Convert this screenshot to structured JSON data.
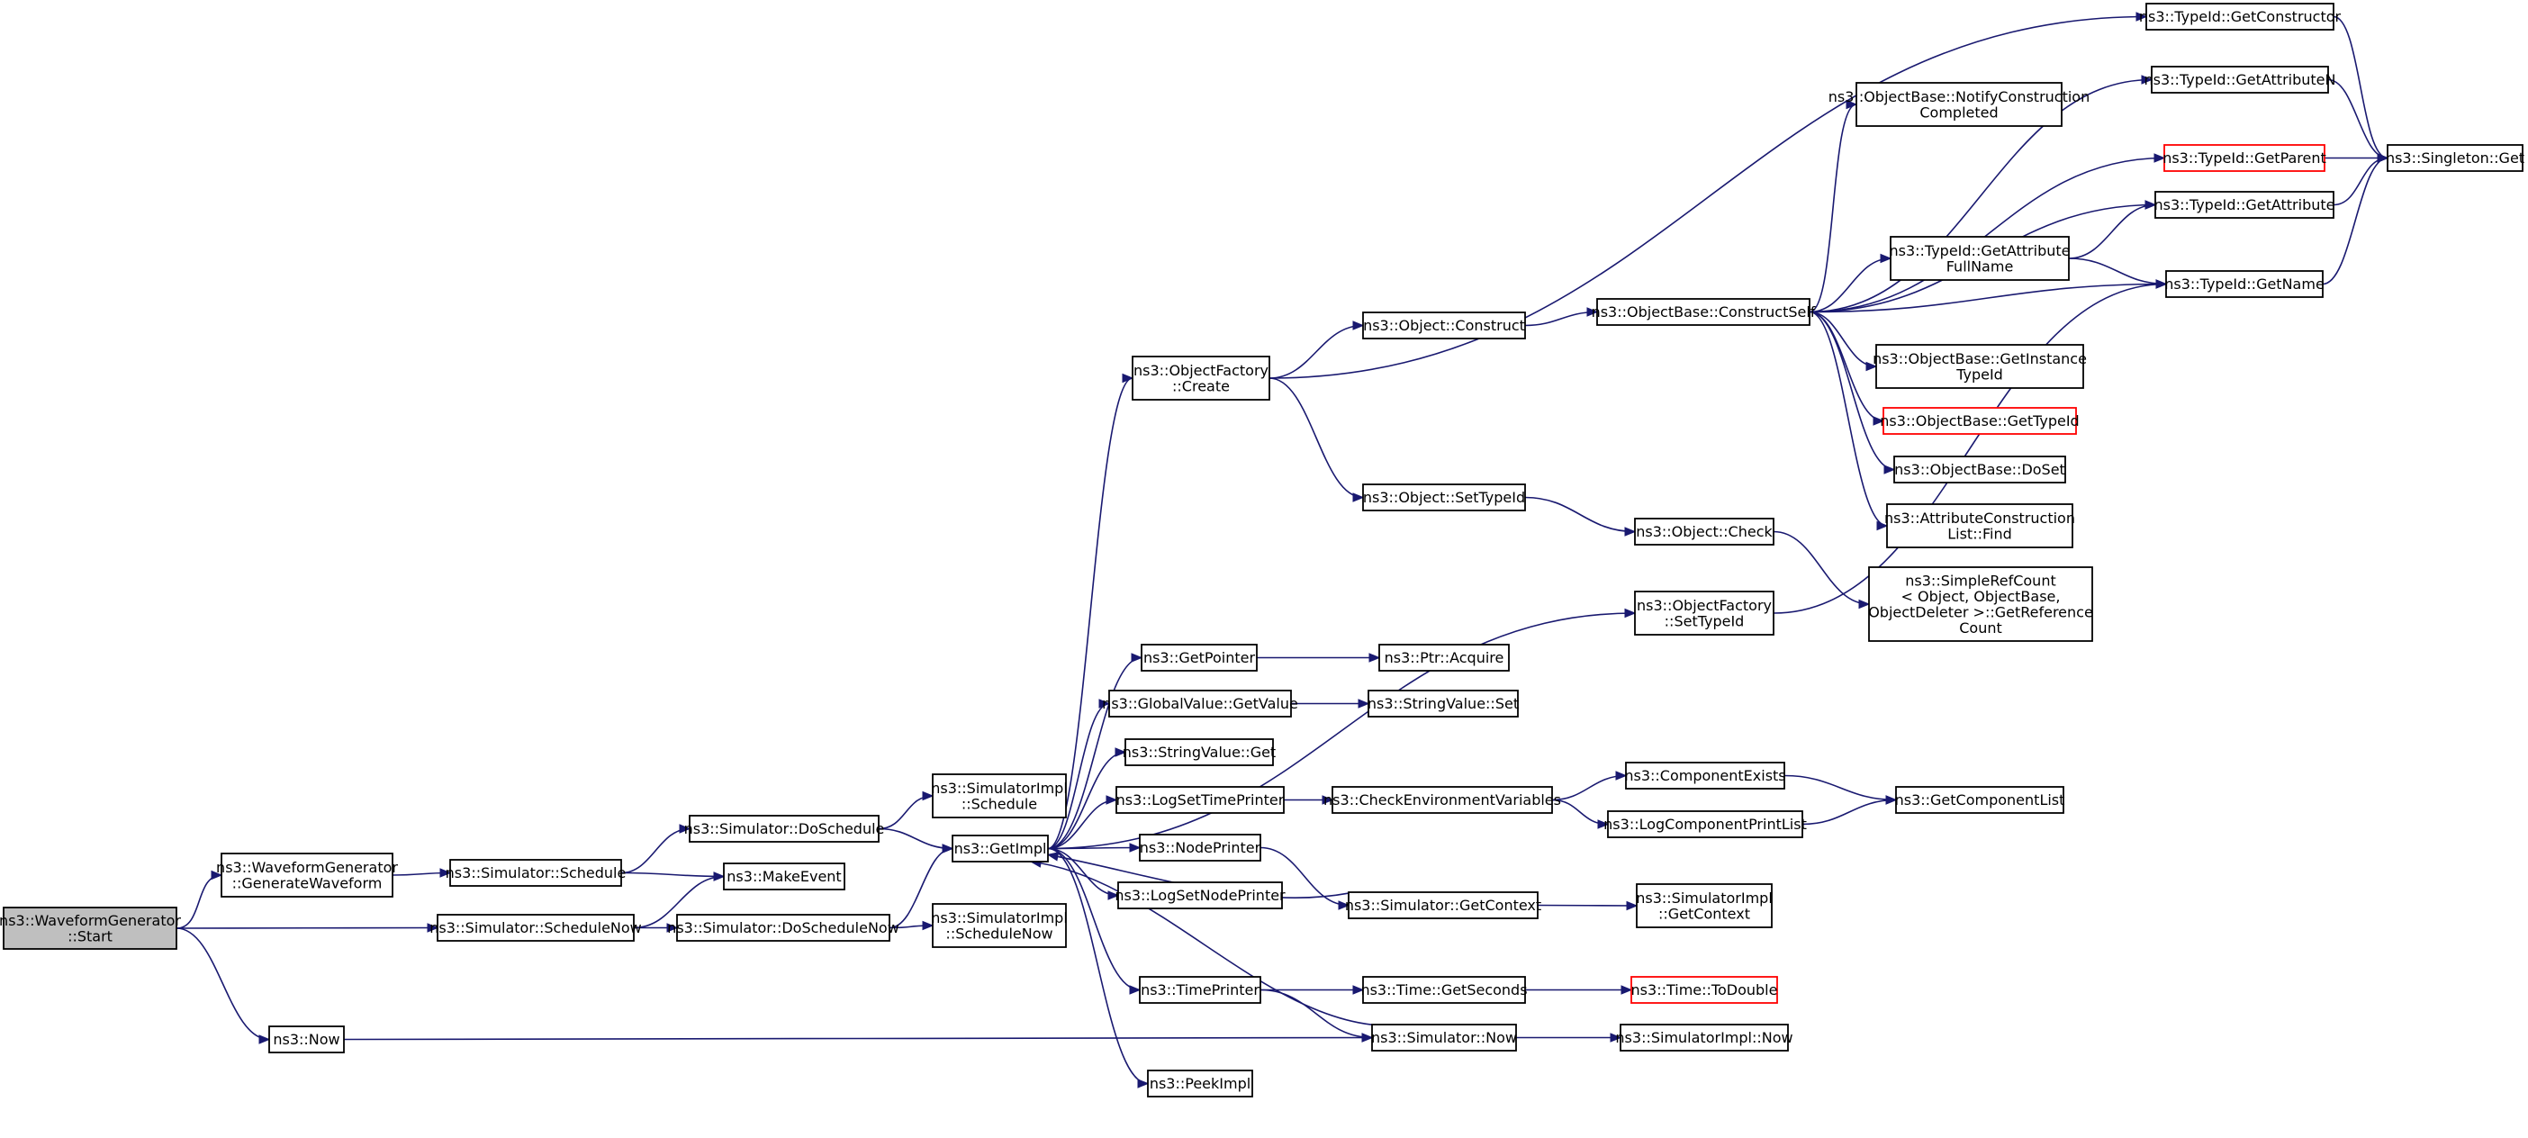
{
  "colors": {
    "edge": "#191970",
    "node_border": "#000000",
    "node_border_highlight": "#ff0000",
    "root_fill": "#bfbfbf",
    "background": "#ffffff"
  },
  "nodes": [
    {
      "id": "start",
      "lines": [
        "ns3::WaveformGenerator",
        "::Start"
      ],
      "style": "root"
    },
    {
      "id": "genwave",
      "lines": [
        "ns3::WaveformGenerator",
        "::GenerateWaveform"
      ]
    },
    {
      "id": "now",
      "lines": [
        "ns3::Now"
      ]
    },
    {
      "id": "schedule",
      "lines": [
        "ns3::Simulator::Schedule"
      ]
    },
    {
      "id": "schedulenow",
      "lines": [
        "ns3::Simulator::ScheduleNow"
      ]
    },
    {
      "id": "doschedule",
      "lines": [
        "ns3::Simulator::DoSchedule"
      ]
    },
    {
      "id": "makeevent",
      "lines": [
        "ns3::MakeEvent"
      ]
    },
    {
      "id": "doschedulenow",
      "lines": [
        "ns3::Simulator::DoScheduleNow"
      ]
    },
    {
      "id": "implschedule",
      "lines": [
        "ns3::SimulatorImpl",
        "::Schedule"
      ]
    },
    {
      "id": "getimpl",
      "lines": [
        "ns3::GetImpl"
      ]
    },
    {
      "id": "implschedulenow",
      "lines": [
        "ns3::SimulatorImpl",
        "::ScheduleNow"
      ]
    },
    {
      "id": "ofcreate",
      "lines": [
        "ns3::ObjectFactory",
        "::Create"
      ]
    },
    {
      "id": "getpointer",
      "lines": [
        "ns3::GetPointer"
      ]
    },
    {
      "id": "gvgetvalue",
      "lines": [
        "ns3::GlobalValue::GetValue"
      ]
    },
    {
      "id": "svget",
      "lines": [
        "ns3::StringValue::Get"
      ]
    },
    {
      "id": "logsettime",
      "lines": [
        "ns3::LogSetTimePrinter"
      ]
    },
    {
      "id": "nodeprinter",
      "lines": [
        "ns3::NodePrinter"
      ]
    },
    {
      "id": "logsetnode",
      "lines": [
        "ns3::LogSetNodePrinter"
      ]
    },
    {
      "id": "timeprinter",
      "lines": [
        "ns3::TimePrinter"
      ]
    },
    {
      "id": "peekimpl",
      "lines": [
        "ns3::PeekImpl"
      ]
    },
    {
      "id": "objconstruct",
      "lines": [
        "ns3::Object::Construct"
      ]
    },
    {
      "id": "objsettypeid",
      "lines": [
        "ns3::Object::SetTypeId"
      ]
    },
    {
      "id": "ptracquire",
      "lines": [
        "ns3::Ptr::Acquire"
      ]
    },
    {
      "id": "svset",
      "lines": [
        "ns3::StringValue::Set"
      ]
    },
    {
      "id": "checkenv",
      "lines": [
        "ns3::CheckEnvironmentVariables"
      ]
    },
    {
      "id": "getcontext",
      "lines": [
        "ns3::Simulator::GetContext"
      ]
    },
    {
      "id": "getseconds",
      "lines": [
        "ns3::Time::GetSeconds"
      ]
    },
    {
      "id": "simnow",
      "lines": [
        "ns3::Simulator::Now"
      ]
    },
    {
      "id": "constructself",
      "lines": [
        "ns3::ObjectBase::ConstructSelf"
      ]
    },
    {
      "id": "objcheck",
      "lines": [
        "ns3::Object::Check"
      ]
    },
    {
      "id": "ofsettypeid",
      "lines": [
        "ns3::ObjectFactory",
        "::SetTypeId"
      ]
    },
    {
      "id": "compexists",
      "lines": [
        "ns3::ComponentExists"
      ]
    },
    {
      "id": "logcomplist",
      "lines": [
        "ns3::LogComponentPrintList"
      ]
    },
    {
      "id": "implgetcontext",
      "lines": [
        "ns3::SimulatorImpl",
        "::GetContext"
      ]
    },
    {
      "id": "todouble",
      "lines": [
        "ns3::Time::ToDouble"
      ],
      "style": "red"
    },
    {
      "id": "implnow",
      "lines": [
        "ns3::SimulatorImpl::Now"
      ]
    },
    {
      "id": "notifyconstr",
      "lines": [
        "ns3::ObjectBase::NotifyConstruction",
        "Completed"
      ]
    },
    {
      "id": "getattrfullname",
      "lines": [
        "ns3::TypeId::GetAttribute",
        "FullName"
      ]
    },
    {
      "id": "getinstancetypeid",
      "lines": [
        "ns3::ObjectBase::GetInstance",
        "TypeId"
      ]
    },
    {
      "id": "obgettypeid",
      "lines": [
        "ns3::ObjectBase::GetTypeId"
      ],
      "style": "red"
    },
    {
      "id": "doset",
      "lines": [
        "ns3::ObjectBase::DoSet"
      ]
    },
    {
      "id": "acfind",
      "lines": [
        "ns3::AttributeConstruction",
        "List::Find"
      ]
    },
    {
      "id": "simplerefcount",
      "lines": [
        "ns3::SimpleRefCount",
        "< Object, ObjectBase,",
        " ObjectDeleter >::GetReference",
        "Count"
      ]
    },
    {
      "id": "getcomplist",
      "lines": [
        "ns3::GetComponentList"
      ]
    },
    {
      "id": "getconstructor",
      "lines": [
        "ns3::TypeId::GetConstructor"
      ]
    },
    {
      "id": "getattributen",
      "lines": [
        "ns3::TypeId::GetAttributeN"
      ]
    },
    {
      "id": "getparent",
      "lines": [
        "ns3::TypeId::GetParent"
      ],
      "style": "red"
    },
    {
      "id": "getattribute",
      "lines": [
        "ns3::TypeId::GetAttribute"
      ]
    },
    {
      "id": "getname",
      "lines": [
        "ns3::TypeId::GetName"
      ]
    },
    {
      "id": "singletonget",
      "lines": [
        "ns3::Singleton::Get"
      ]
    }
  ],
  "edges": [
    [
      "start",
      "genwave"
    ],
    [
      "start",
      "schedulenow"
    ],
    [
      "start",
      "now"
    ],
    [
      "genwave",
      "schedule"
    ],
    [
      "schedule",
      "doschedule"
    ],
    [
      "schedule",
      "makeevent"
    ],
    [
      "schedulenow",
      "makeevent"
    ],
    [
      "schedulenow",
      "doschedulenow"
    ],
    [
      "now",
      "simnow"
    ],
    [
      "doschedule",
      "implschedule"
    ],
    [
      "doschedule",
      "getimpl"
    ],
    [
      "doschedulenow",
      "getimpl"
    ],
    [
      "doschedulenow",
      "implschedulenow"
    ],
    [
      "getimpl",
      "ofcreate"
    ],
    [
      "getimpl",
      "ofsettypeid"
    ],
    [
      "getimpl",
      "getpointer"
    ],
    [
      "getimpl",
      "gvgetvalue"
    ],
    [
      "getimpl",
      "svget"
    ],
    [
      "getimpl",
      "logsettime"
    ],
    [
      "getimpl",
      "nodeprinter"
    ],
    [
      "getimpl",
      "logsetnode"
    ],
    [
      "getimpl",
      "timeprinter"
    ],
    [
      "getimpl",
      "peekimpl"
    ],
    [
      "ofcreate",
      "getconstructor"
    ],
    [
      "ofcreate",
      "objconstruct"
    ],
    [
      "ofcreate",
      "objsettypeid"
    ],
    [
      "getpointer",
      "ptracquire"
    ],
    [
      "gvgetvalue",
      "svset"
    ],
    [
      "logsettime",
      "checkenv"
    ],
    [
      "nodeprinter",
      "getcontext"
    ],
    [
      "getcontext",
      "getimpl"
    ],
    [
      "getcontext",
      "implgetcontext"
    ],
    [
      "timeprinter",
      "getseconds"
    ],
    [
      "timeprinter",
      "simnow"
    ],
    [
      "getseconds",
      "todouble"
    ],
    [
      "simnow",
      "getimpl"
    ],
    [
      "simnow",
      "implnow"
    ],
    [
      "checkenv",
      "compexists"
    ],
    [
      "checkenv",
      "logcomplist"
    ],
    [
      "compexists",
      "getcomplist"
    ],
    [
      "logcomplist",
      "getcomplist"
    ],
    [
      "objconstruct",
      "constructself"
    ],
    [
      "objsettypeid",
      "objcheck"
    ],
    [
      "objcheck",
      "simplerefcount"
    ],
    [
      "ofsettypeid",
      "getname"
    ],
    [
      "constructself",
      "getattributen"
    ],
    [
      "constructself",
      "notifyconstr"
    ],
    [
      "constructself",
      "getparent"
    ],
    [
      "constructself",
      "getattribute"
    ],
    [
      "constructself",
      "getattrfullname"
    ],
    [
      "constructself",
      "getname"
    ],
    [
      "constructself",
      "getinstancetypeid"
    ],
    [
      "constructself",
      "obgettypeid"
    ],
    [
      "constructself",
      "doset"
    ],
    [
      "constructself",
      "acfind"
    ],
    [
      "getattrfullname",
      "getattribute"
    ],
    [
      "getattrfullname",
      "getname"
    ],
    [
      "getconstructor",
      "singletonget"
    ],
    [
      "getattributen",
      "singletonget"
    ],
    [
      "getparent",
      "singletonget"
    ],
    [
      "getattribute",
      "singletonget"
    ],
    [
      "getname",
      "singletonget"
    ]
  ]
}
